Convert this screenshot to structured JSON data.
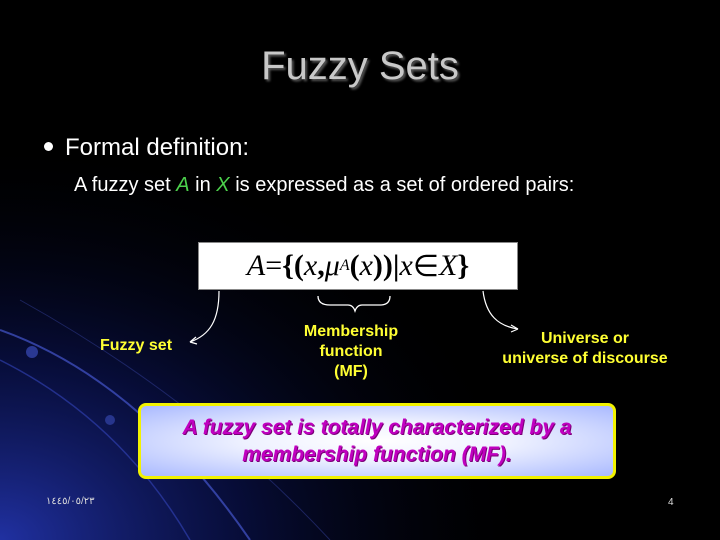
{
  "slide": {
    "title": "Fuzzy Sets",
    "bullet": "Formal definition:",
    "sub_text": {
      "part1": "A fuzzy set ",
      "var1": "A",
      "part2": " in ",
      "var2": "X",
      "part3": " is expressed as a set of ordered pairs:"
    },
    "formula": {
      "lhs": "A",
      "eq": " = ",
      "open": "{(",
      "x1": "x",
      "comma": ", ",
      "mu": "μ",
      "mu_sub": "A",
      "paren_open": "(",
      "x2": "x",
      "close": "))|",
      "x3": "x",
      "in": " ∈ ",
      "X": "X",
      "end": "}"
    },
    "labels": {
      "fuzzy_set": "Fuzzy set",
      "mf_line1": "Membership",
      "mf_line2": "function",
      "mf_line3": "(MF)",
      "universe_line1": "Universe or",
      "universe_line2": "universe of discourse"
    },
    "callout": {
      "line1": "A fuzzy set is totally characterized by a",
      "line2": "membership function (MF)."
    },
    "footer_date": "١٤٤٥/٠٥/٢٣",
    "page_number": "4"
  },
  "colors": {
    "label_yellow": "#ffff33",
    "variable_green": "#4cd14c",
    "callout_text": "#c000c0",
    "callout_border": "#f2f200"
  }
}
